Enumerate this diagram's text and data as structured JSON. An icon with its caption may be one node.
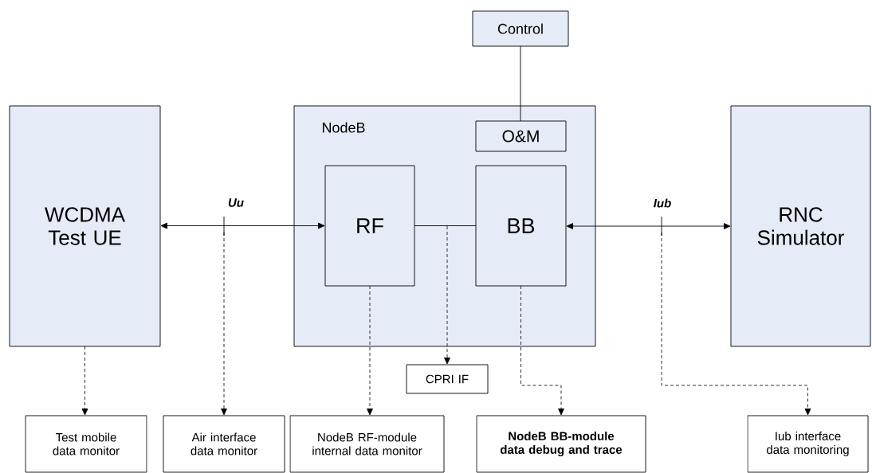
{
  "diagram": {
    "nodes": [
      {
        "text": [
          "WCDMA Test UE"
        ]
      },
      {
        "text": [
          "NodeB"
        ]
      },
      {
        "text": [
          "Control"
        ]
      },
      {
        "text": [
          "O&M"
        ],
        "in": 1
      },
      {
        "text": [
          "RF"
        ],
        "in": 1
      },
      {
        "text": [
          "BB"
        ],
        "in": 1
      },
      {
        "text": [
          "RNC Simulator"
        ]
      },
      {
        "text": [
          "CPRI IF"
        ]
      },
      {
        "text": [
          "Test mobile data monitor"
        ]
      },
      {
        "text": [
          "Air interface data monitor"
        ]
      },
      {
        "text": [
          "NodeB RF-module internal data monitor"
        ]
      },
      {
        "text": [
          "NodeB BB-module data debug and trace"
        ]
      },
      {
        "text": [
          "Iub interface data monitoring"
        ]
      }
    ],
    "edges": [
      {
        "from": 0,
        "to": 4,
        "arrow": "both",
        "label": "Uu"
      },
      {
        "from": 5,
        "to": 6,
        "arrow": "both",
        "label": "Iub"
      },
      {
        "from": 2,
        "to": 3,
        "arrow": "none"
      },
      {
        "from": 4,
        "to": 5,
        "arrow": "none"
      },
      {
        "from": null,
        "to": 7,
        "arrow": "to",
        "style": "dashed"
      },
      {
        "from": 0,
        "to": 8,
        "arrow": "to",
        "style": "dashed"
      },
      {
        "from": null,
        "to": 9,
        "arrow": "to",
        "style": "dashed"
      },
      {
        "from": 4,
        "to": 10,
        "arrow": "to",
        "style": "dashed"
      },
      {
        "from": 5,
        "to": 11,
        "arrow": "to",
        "style": "dashed"
      },
      {
        "from": null,
        "to": 12,
        "arrow": "to",
        "style": "dashed"
      }
    ]
  }
}
